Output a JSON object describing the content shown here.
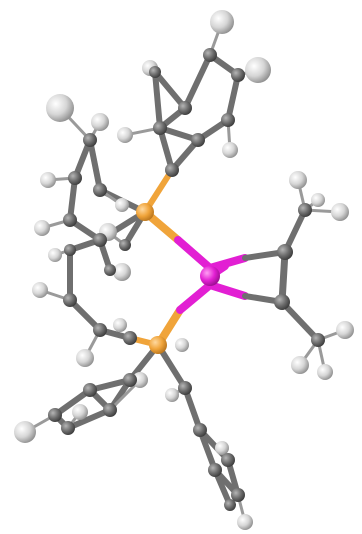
{
  "figure": {
    "subject": "ball-and-stick-molecular-structure",
    "background_color": "#ffffff"
  },
  "element_colors": {
    "carbon": "#6f6f6f",
    "hydrogen": "#d9d9d9",
    "phosphorus": "#f0a43a",
    "metal": "#e21fd3"
  },
  "atoms": [
    {
      "id": "M1",
      "element": "metal"
    },
    {
      "id": "P1",
      "element": "phosphorus"
    },
    {
      "id": "P2",
      "element": "phosphorus"
    },
    {
      "id": "C1",
      "element": "carbon"
    },
    {
      "id": "C2",
      "element": "carbon"
    }
  ]
}
